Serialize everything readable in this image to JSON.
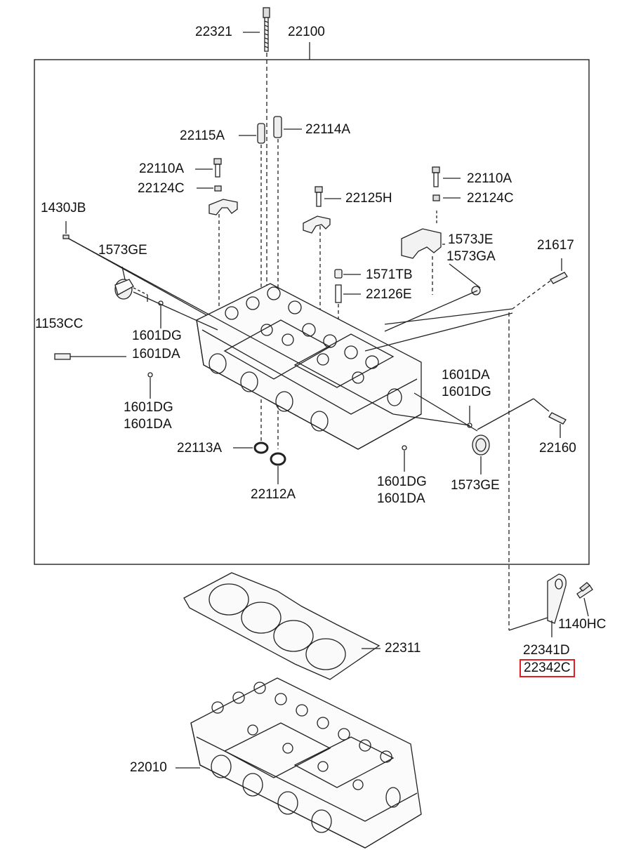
{
  "labels": {
    "p22321": "22321",
    "p22100": "22100",
    "p22115A": "22115A",
    "p22114A": "22114A",
    "p22110A_left": "22110A",
    "p22124C_left": "22124C",
    "p22110A_right": "22110A",
    "p22124C_right": "22124C",
    "p22125H": "22125H",
    "p1430JB": "1430JB",
    "p1573GE_top": "1573GE",
    "p1573JE": "1573JE",
    "p1573GA": "1573GA",
    "p21617": "21617",
    "p1571TB": "1571TB",
    "p22126E": "22126E",
    "p1153CC": "1153CC",
    "p1601DG_a": "1601DG",
    "p1601DA_a": "1601DA",
    "p1601DA_b": "1601DA",
    "p1601DG_b": "1601DG",
    "p1601DG_c": "1601DG",
    "p1601DA_c": "1601DA",
    "p22160": "22160",
    "p22113A": "22113A",
    "p22112A": "22112A",
    "p1601DG_d": "1601DG",
    "p1601DA_d": "1601DA",
    "p1573GE_bottom": "1573GE",
    "p22311": "22311",
    "p1140HC": "1140HC",
    "p22341D": "22341D",
    "p22342C": "22342C",
    "p22010": "22010"
  },
  "highlight": {
    "part": "22342C",
    "color": "#e02020"
  }
}
